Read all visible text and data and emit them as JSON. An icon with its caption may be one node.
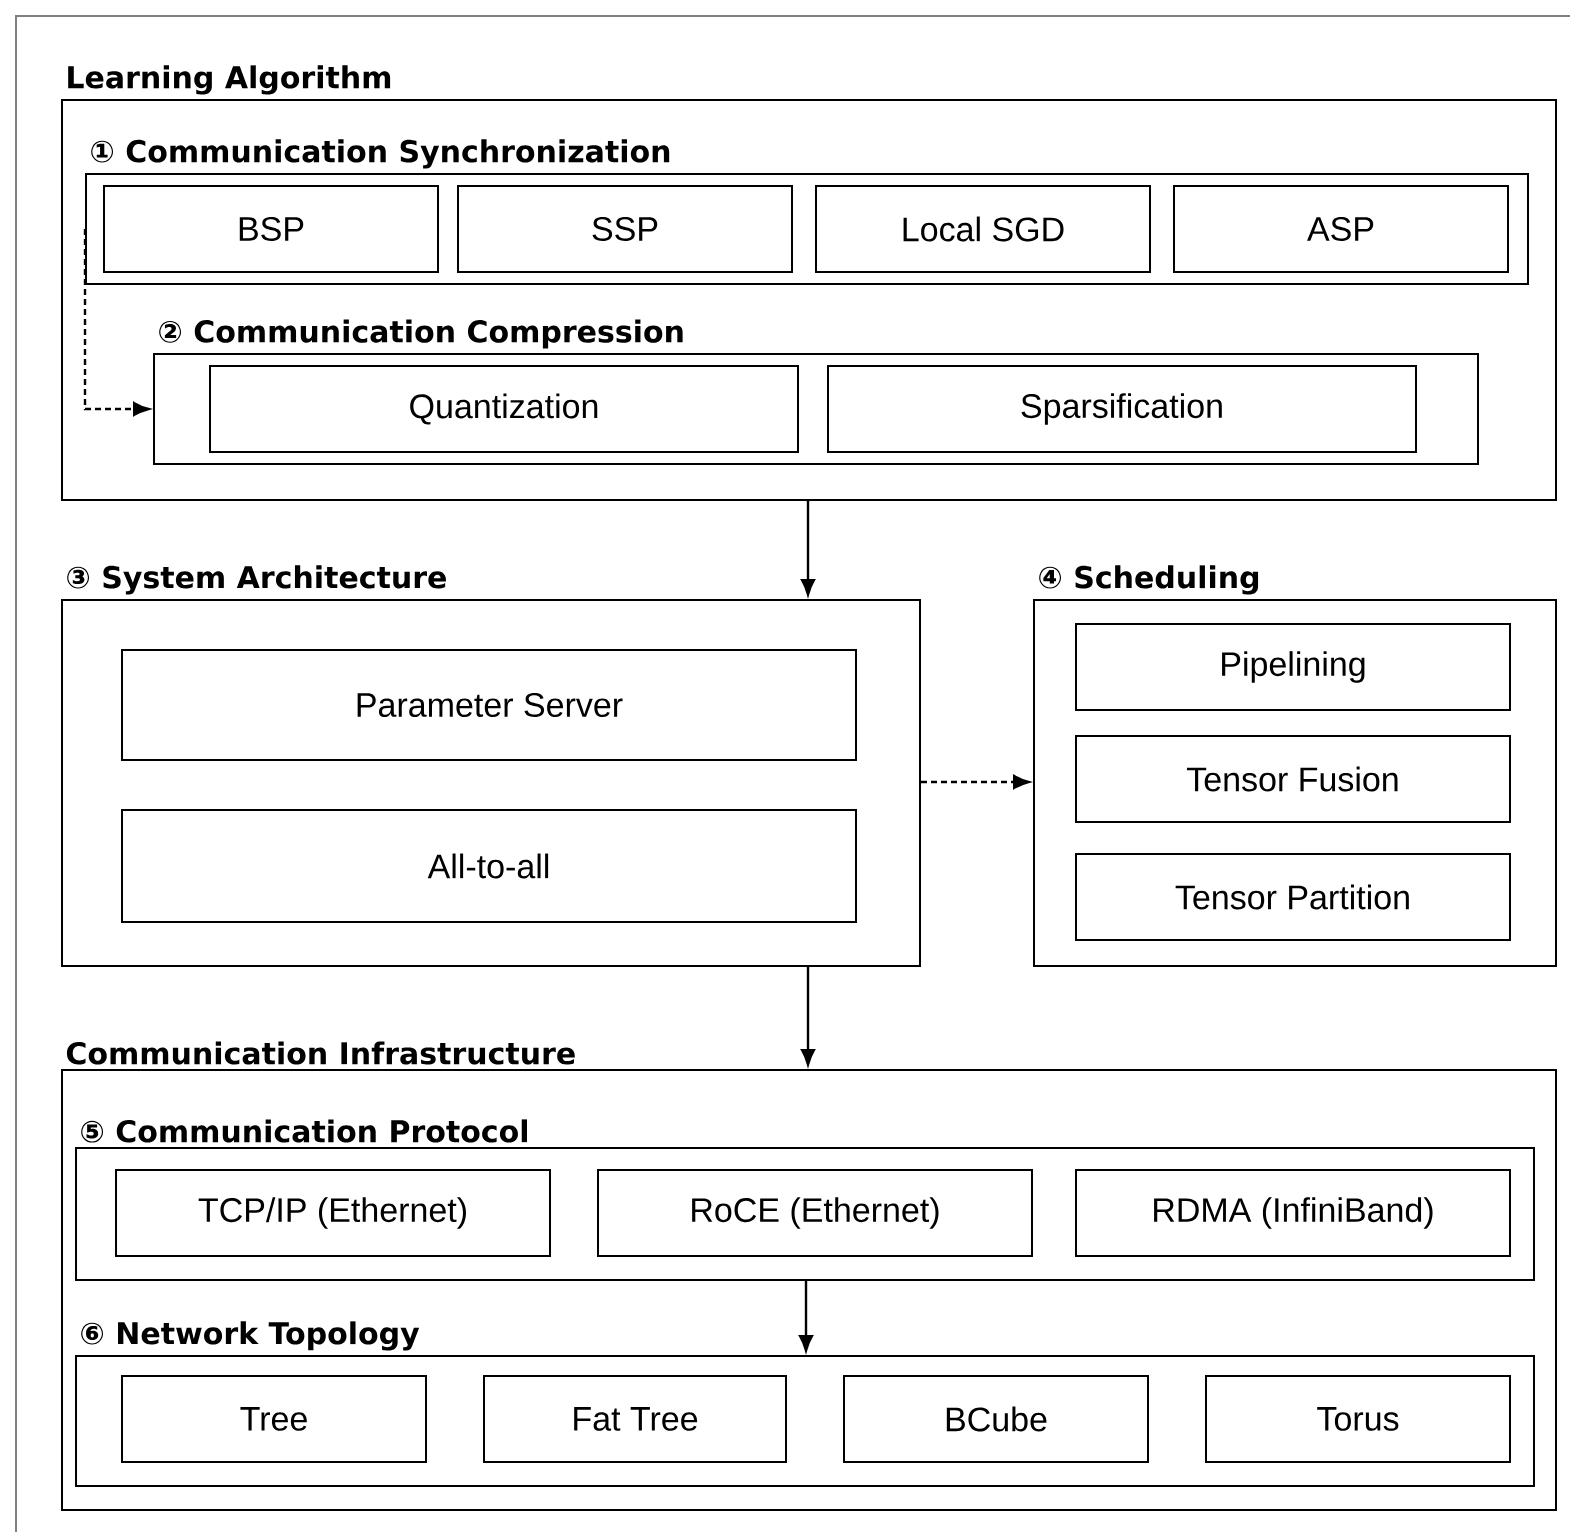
{
  "diagram": {
    "nodes": [
      {
        "text": [
          "Learning Algorithm"
        ]
      },
      {
        "text": [
          "① Communication Synchronization"
        ],
        "in": 0
      },
      {
        "text": [
          "BSP"
        ],
        "in": 1
      },
      {
        "text": [
          "SSP"
        ],
        "in": 1
      },
      {
        "text": [
          "Local SGD"
        ],
        "in": 1
      },
      {
        "text": [
          "ASP"
        ],
        "in": 1
      },
      {
        "text": [
          "② Communication Compression"
        ],
        "in": 0
      },
      {
        "text": [
          "Quantization"
        ],
        "in": 6
      },
      {
        "text": [
          "Sparsification"
        ],
        "in": 6
      },
      {
        "text": [
          "③ System Architecture"
        ]
      },
      {
        "text": [
          "Parameter Server"
        ],
        "in": 9
      },
      {
        "text": [
          "All-to-all"
        ],
        "in": 9
      },
      {
        "text": [
          "④ Scheduling"
        ]
      },
      {
        "text": [
          "Pipelining"
        ],
        "in": 12
      },
      {
        "text": [
          "Tensor Fusion"
        ],
        "in": 12
      },
      {
        "text": [
          "Tensor Partition"
        ],
        "in": 12
      },
      {
        "text": [
          "Communication Infrastructure"
        ]
      },
      {
        "text": [
          "⑤ Communication Protocol"
        ],
        "in": 16
      },
      {
        "text": [
          "TCP/IP (Ethernet)"
        ],
        "in": 17
      },
      {
        "text": [
          "RoCE (Ethernet)"
        ],
        "in": 17
      },
      {
        "text": [
          "RDMA (InfiniBand)"
        ],
        "in": 17
      },
      {
        "text": [
          "⑥ Network Topology"
        ],
        "in": 16
      },
      {
        "text": [
          "Tree"
        ],
        "in": 21
      },
      {
        "text": [
          "Fat Tree"
        ],
        "in": 21
      },
      {
        "text": [
          "BCube"
        ],
        "in": 21
      },
      {
        "text": [
          "Torus"
        ],
        "in": 21
      }
    ],
    "edges": [
      {
        "from": 0,
        "to": 9,
        "arrow": "to"
      },
      {
        "from": 1,
        "to": 6,
        "arrow": "to",
        "style": "dashed"
      },
      {
        "from": 9,
        "to": 12,
        "arrow": "to",
        "style": "dashed"
      },
      {
        "from": 9,
        "to": 16,
        "arrow": "to"
      },
      {
        "from": 17,
        "to": 21,
        "arrow": "to"
      }
    ]
  }
}
